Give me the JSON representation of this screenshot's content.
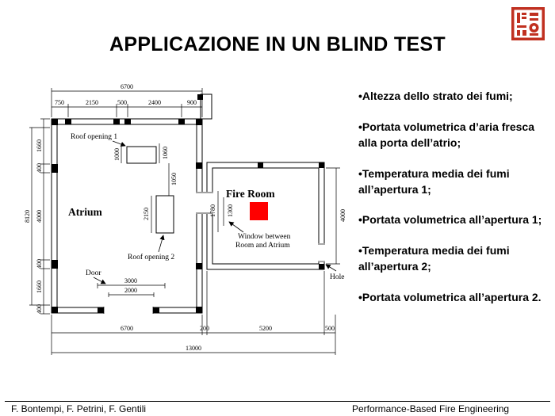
{
  "slide": {
    "title": "APPLICAZIONE IN UN BLIND TEST"
  },
  "bullets": [
    "•Altezza dello strato dei fumi;",
    "•Portata volumetrica d’aria fresca alla porta dell’atrio;",
    "•Temperatura media dei fumi all’apertura 1;",
    "•Portata volumetrica all’apertura 1;",
    "•Temperatura media dei fumi all’apertura 2;",
    "•Portata volumetrica all’apertura 2."
  ],
  "plan": {
    "rooms": {
      "atrium": "Atrium",
      "fire_room": "Fire Room"
    },
    "labels": {
      "roof_opening_1": "Roof opening 1",
      "roof_opening_2": "Roof opening 2",
      "door": "Door",
      "hole": "Hole",
      "window_line1": "Window between",
      "window_line2": "Room and Atrium"
    },
    "dims": {
      "top_total": "6700",
      "t1": "750",
      "t2": "2150",
      "t3": "500",
      "t4": "2400",
      "t5": "900",
      "left_total": "8120",
      "l1": "1660",
      "l2": "400",
      "l3": "4000",
      "l4": "400",
      "l5": "1660",
      "l6": "400",
      "fire_right": "4000",
      "b1": "6700",
      "b2": "200",
      "b3": "5200",
      "b4": "500",
      "bottom_total": "13000",
      "ro1_a": "1000",
      "ro1_b": "1060",
      "gap": "1050",
      "ro2": "2150",
      "win_a": "1780",
      "win_b": "1300",
      "door_a": "3000",
      "door_b": "2000"
    },
    "colors": {
      "fire_red": "#ff0000"
    }
  },
  "stamp": {
    "color": "#c03020"
  },
  "footer": {
    "authors": "F. Bontempi, F. Petrini, F. Gentili",
    "right": "Performance-Based Fire Engineering"
  }
}
